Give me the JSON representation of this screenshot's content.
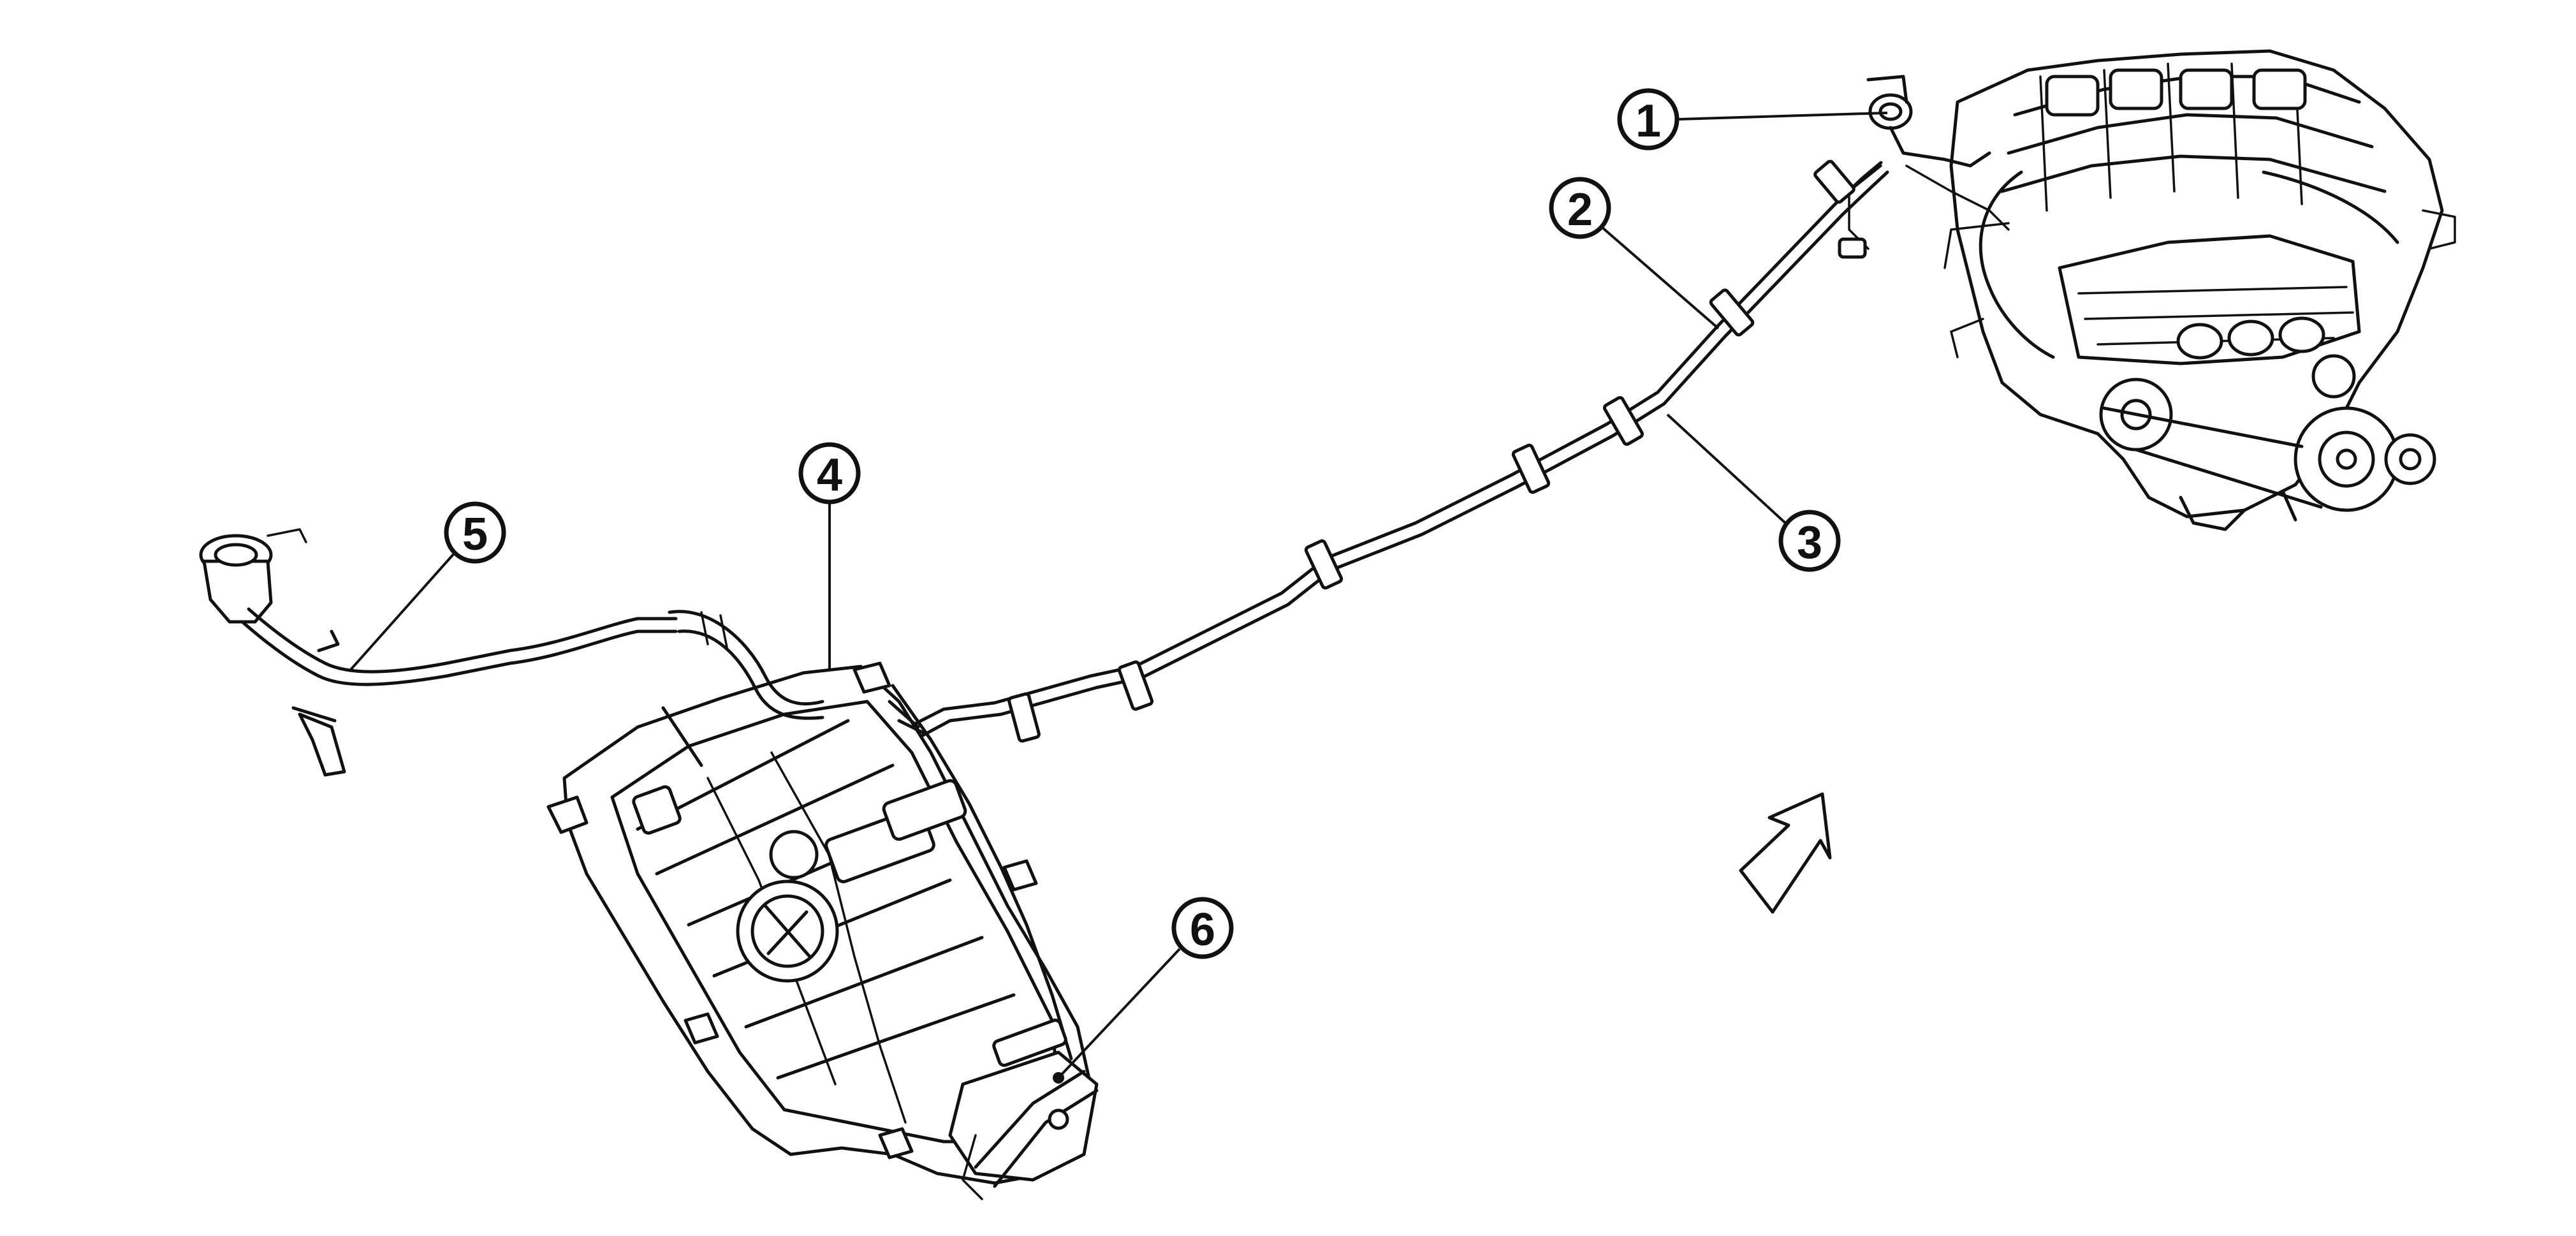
{
  "callouts": [
    {
      "number": "1"
    },
    {
      "number": "2"
    },
    {
      "number": "3"
    },
    {
      "number": "4"
    },
    {
      "number": "5"
    },
    {
      "number": "6"
    }
  ],
  "colors": {
    "line": "#111111",
    "background": "#ffffff"
  }
}
